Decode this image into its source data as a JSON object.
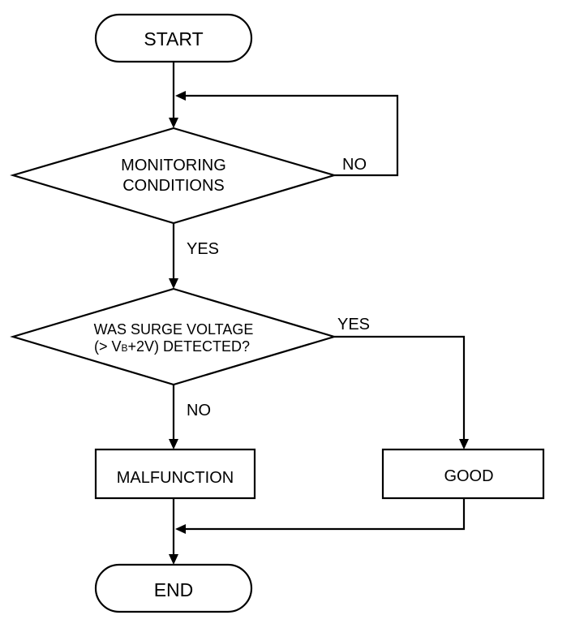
{
  "flowchart": {
    "start": "START",
    "end": "END",
    "decision_1": {
      "line1": "MONITORING",
      "line2": "CONDITIONS",
      "yes_label": "YES",
      "no_label": "NO"
    },
    "decision_2": {
      "line1": "WAS SURGE VOLTAGE",
      "line2_prefix": "(> V",
      "line2_subscript": "B",
      "line2_suffix": "+2V) DETECTED?",
      "yes_label": "YES",
      "no_label": "NO"
    },
    "malfunction": "MALFUNCTION",
    "good": "GOOD"
  }
}
